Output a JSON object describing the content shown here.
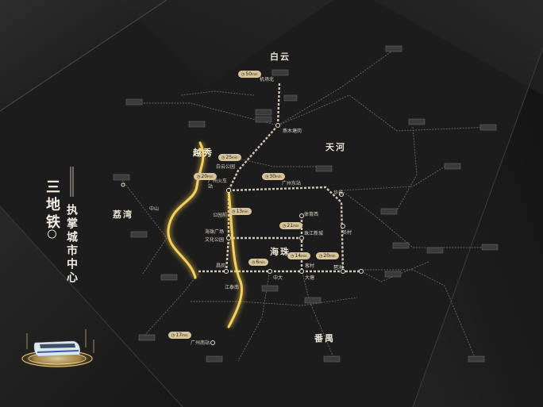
{
  "headline": {
    "line1": "三地铁",
    "circle": "〇",
    "line2": "执掌城市中心"
  },
  "districts": {
    "baiyun": "白云",
    "tianhe": "天河",
    "liwan": "荔湾",
    "haizhu": "海珠",
    "panyu": "番禺",
    "yuexiu": "越秀"
  },
  "stations": {
    "jichangbei": "机场北",
    "yanling": "燕木塘岗",
    "baiyunpark": "白云公园",
    "gzstation": "广州火车站",
    "gzeast": "广州东站",
    "zhongshan": "中山",
    "gongyuanqian": "公园前",
    "haizhusquare": "海珠广场",
    "culturepark": "文化公园",
    "tiyuxi": "体育西",
    "zhujiangxincheng": "珠江新城",
    "huajing": "华景",
    "yuancun": "员村",
    "changgang": "昌岗",
    "jiangtainan": "江泰南",
    "zhongda": "中大",
    "keyun": "客村",
    "pazhou": "琶洲",
    "datang": "大塘",
    "gzsouth": "广州南站"
  },
  "times": [
    {
      "num": "50",
      "unit": "min"
    },
    {
      "num": "25",
      "unit": "min"
    },
    {
      "num": "20",
      "unit": "min"
    },
    {
      "num": "30",
      "unit": "min"
    },
    {
      "num": "13",
      "unit": "min"
    },
    {
      "num": "21",
      "unit": "min"
    },
    {
      "num": "6",
      "unit": "min"
    },
    {
      "num": "14",
      "unit": "min"
    },
    {
      "num": "20",
      "unit": "min"
    },
    {
      "num": "17",
      "unit": "min"
    }
  ],
  "time_clock_glyph": "◷",
  "colors": {
    "background": "#1b1b1b",
    "gold_line": "#f4cf59",
    "gold_glow": "#fff1b0",
    "metro_line": "#c9c2b2",
    "grey_line": "#6b6b6b",
    "time_pill": "#d7c49a"
  }
}
